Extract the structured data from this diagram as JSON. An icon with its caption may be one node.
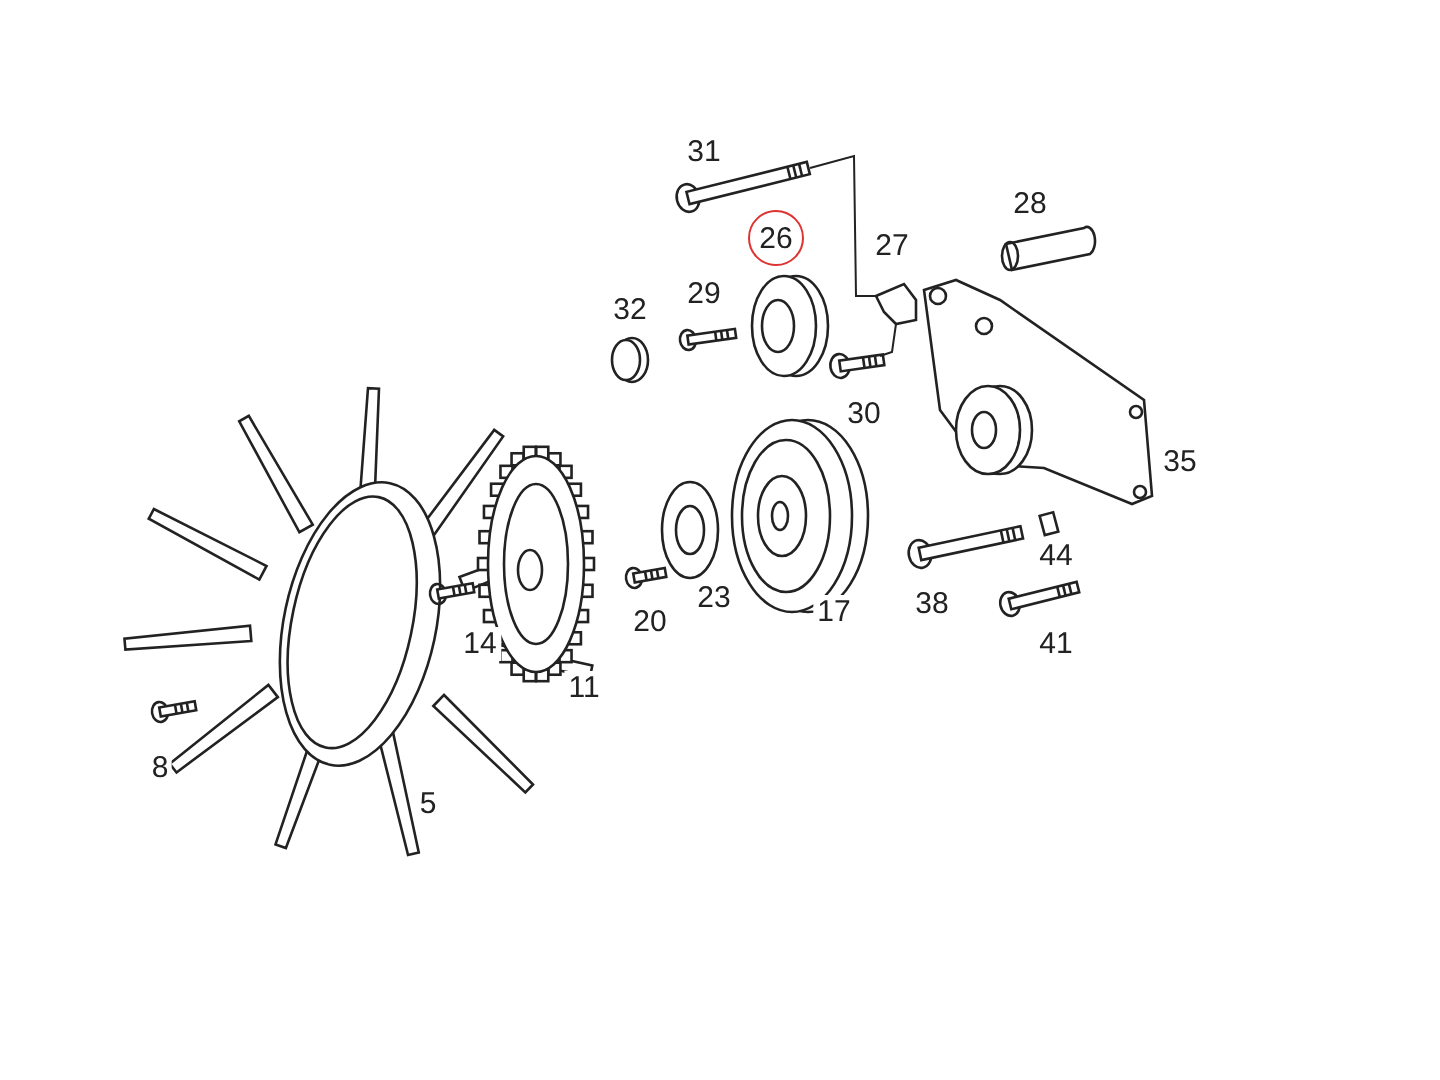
{
  "diagram": {
    "nodes": [
      {
        "text": [
          "26"
        ]
      },
      {
        "text": [],
        "shape": "picture"
      },
      {
        "text": [],
        "shape": "picture"
      },
      {
        "text": [],
        "shape": "picture"
      }
    ],
    "edges": [
      {
        "from": 1,
        "to": 2,
        "arrow": "none"
      },
      {
        "from": 2,
        "to": 3,
        "arrow": "none"
      }
    ],
    "labels": [
      "31",
      "28",
      "27",
      "29",
      "32",
      "30",
      "35",
      "44",
      "14",
      "20",
      "23",
      "17",
      "38",
      "11",
      "41",
      "8",
      "5"
    ]
  }
}
